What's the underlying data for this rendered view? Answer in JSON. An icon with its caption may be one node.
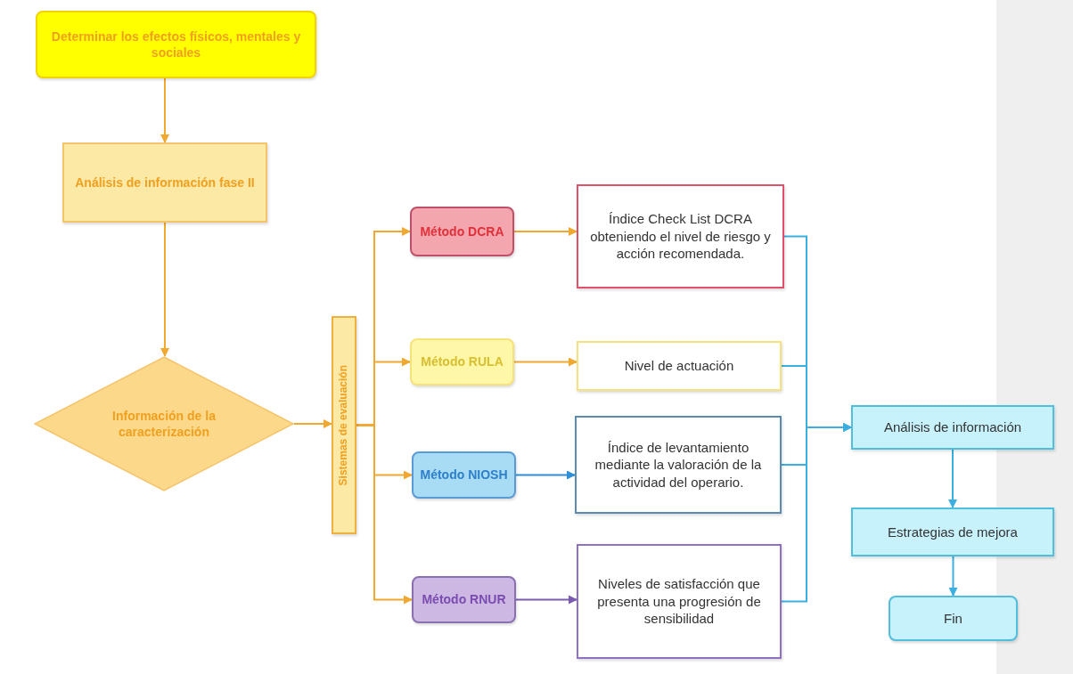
{
  "diagram": {
    "nodes": [
      {
        "text": [
          "Determinar los efectos físicos, mentales y sociales"
        ]
      },
      {
        "text": [
          "Análisis de información fase II"
        ]
      },
      {
        "text": [
          "Información de la caracterización"
        ]
      },
      {
        "text": [
          "Sistemas de evaluación"
        ]
      },
      {
        "text": [
          "Método DCRA"
        ]
      },
      {
        "text": [
          "Método RULA"
        ]
      },
      {
        "text": [
          "Método NIOSH"
        ]
      },
      {
        "text": [
          "Método RNUR"
        ]
      },
      {
        "text": [
          "Índice Check List DCRA obteniendo el nivel de riesgo y acción recomendada."
        ]
      },
      {
        "text": [
          "Nivel de actuación"
        ]
      },
      {
        "text": [
          "Índice de levantamiento mediante la valoración de la actividad del operario."
        ]
      },
      {
        "text": [
          "Niveles de satisfacción que presenta una progresión de sensibilidad"
        ]
      },
      {
        "text": [
          "Análisis de información"
        ]
      },
      {
        "text": [
          "Estrategias de mejora"
        ]
      },
      {
        "text": [
          "Fin"
        ]
      }
    ],
    "edges": [
      {
        "from": 0,
        "to": 1,
        "arrow": "to"
      },
      {
        "from": 1,
        "to": 2,
        "arrow": "to"
      },
      {
        "from": 2,
        "to": 3,
        "arrow": "to"
      },
      {
        "from": 3,
        "to": 4,
        "arrow": "to"
      },
      {
        "from": 3,
        "to": 5,
        "arrow": "to"
      },
      {
        "from": 3,
        "to": 6,
        "arrow": "to"
      },
      {
        "from": 3,
        "to": 7,
        "arrow": "to"
      },
      {
        "from": 4,
        "to": 8,
        "arrow": "to"
      },
      {
        "from": 5,
        "to": 9,
        "arrow": "to"
      },
      {
        "from": 6,
        "to": 10,
        "arrow": "to",
        "color": "#2e8fd8"
      },
      {
        "from": 7,
        "to": 11,
        "arrow": "to",
        "color": "#7a5cb0"
      },
      {
        "from": 8,
        "to": 12,
        "arrow": "to",
        "color": "#3bb0e0"
      },
      {
        "from": 9,
        "to": 12,
        "arrow": "to",
        "color": "#3bb0e0"
      },
      {
        "from": 10,
        "to": 12,
        "arrow": "to",
        "color": "#3bb0e0"
      },
      {
        "from": 11,
        "to": 12,
        "arrow": "to",
        "color": "#3bb0e0"
      },
      {
        "from": 12,
        "to": 13,
        "arrow": "to",
        "color": "#3bb0e0"
      },
      {
        "from": 13,
        "to": 14,
        "arrow": "to",
        "color": "#3bb0e0"
      }
    ]
  }
}
